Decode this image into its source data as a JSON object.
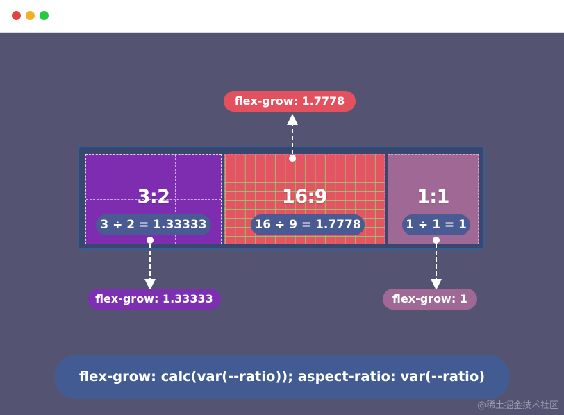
{
  "window": {
    "controls": [
      "close",
      "minimize",
      "maximize"
    ],
    "colors": {
      "close": "#e0443e",
      "minimize": "#f0b02a",
      "maximize": "#27c93f"
    }
  },
  "boxes": [
    {
      "ratio": "3:2",
      "equation": "3 ÷ 2 = 1.33333",
      "color": "#7e2db0"
    },
    {
      "ratio": "16:9",
      "equation": "16 ÷ 9 = 1.7778",
      "color": "#e45462"
    },
    {
      "ratio": "1:1",
      "equation": "1 ÷ 1 = 1",
      "color": "#a06895"
    }
  ],
  "tags": {
    "left": "flex-grow: 1.33333",
    "center": "flex-grow: 1.7778",
    "right": "flex-grow: 1"
  },
  "formula": "flex-grow: calc(var(--ratio)); aspect-ratio: var(--ratio)",
  "watermark": "@稀土掘金技术社区",
  "colors": {
    "background": "#545472",
    "pill": "#4a5a93",
    "formula_bg": "#425c93",
    "grid": "#8cce70"
  }
}
